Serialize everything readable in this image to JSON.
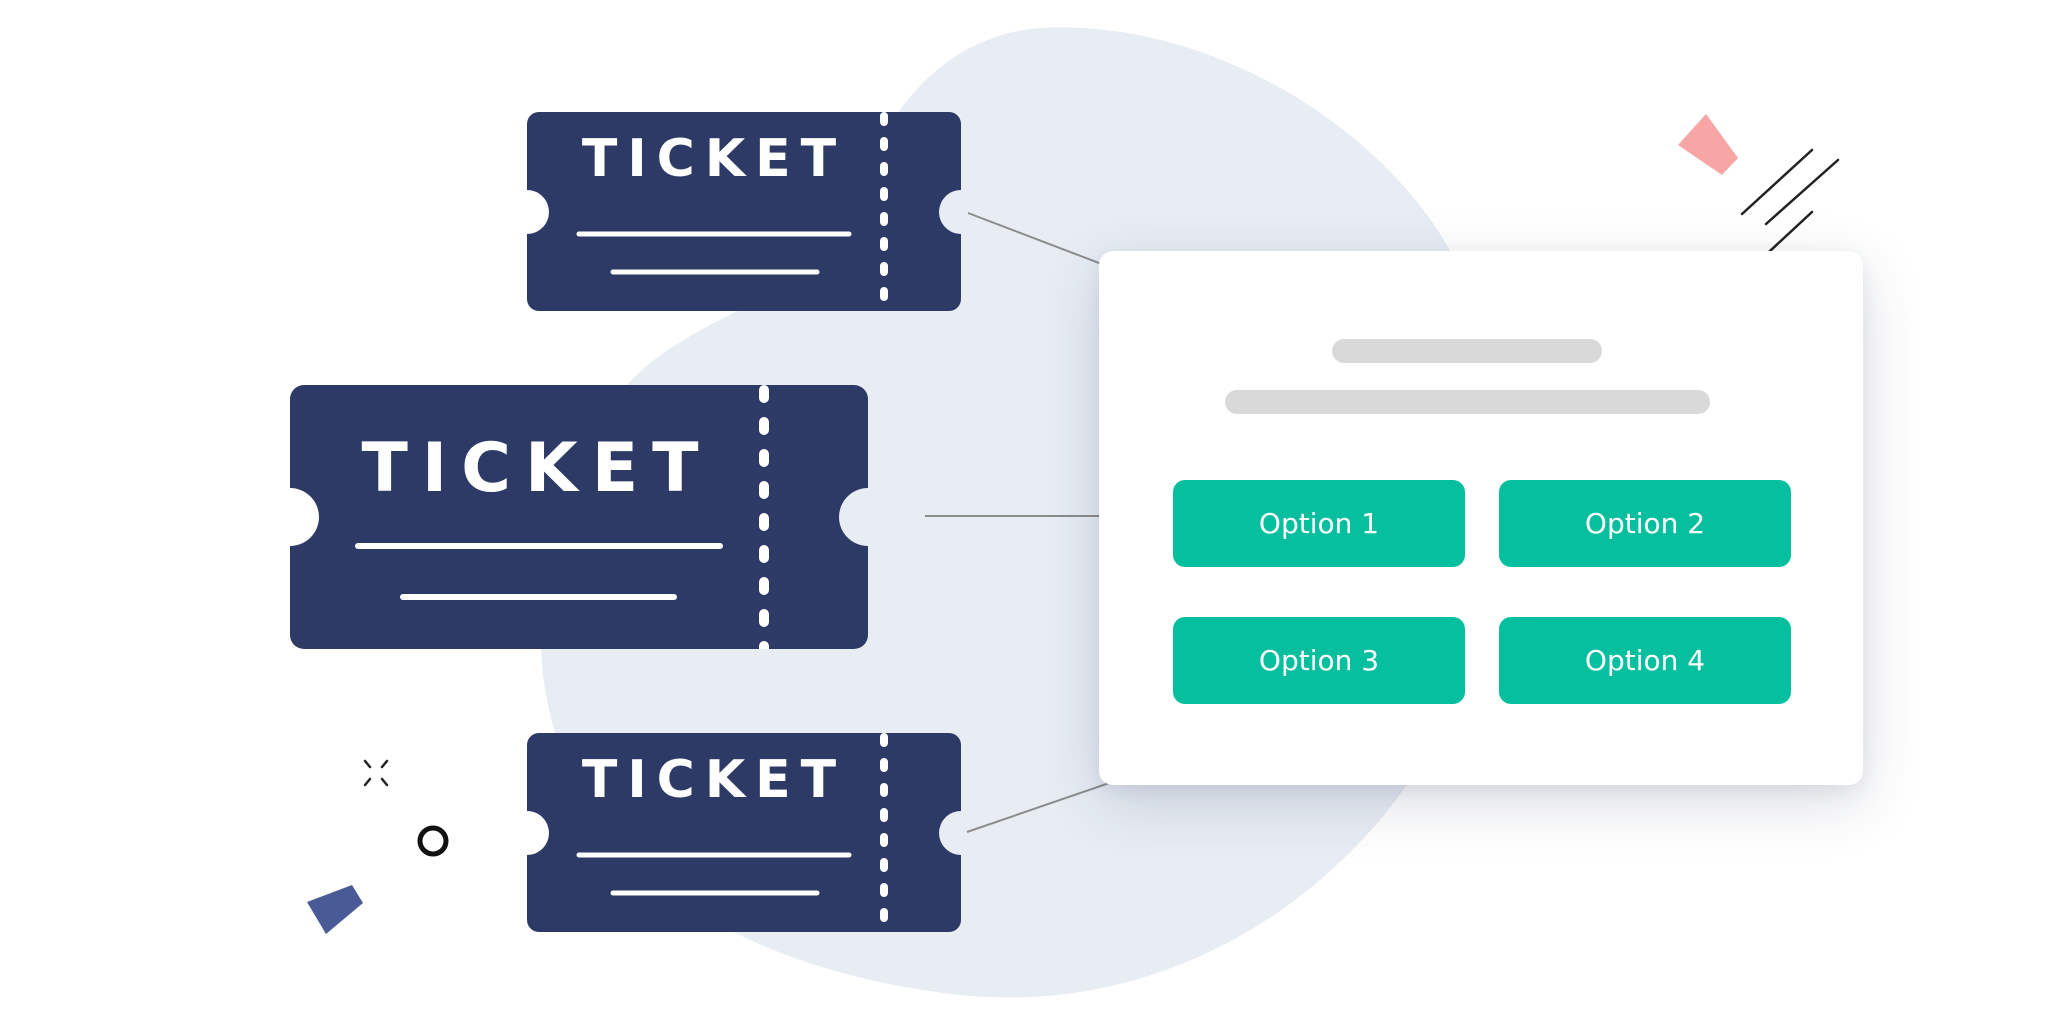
{
  "colors": {
    "ticket": "#2d3a66",
    "ticket_detail": "#ffffff",
    "blob": "#e8edf4",
    "button": "#05bf9e",
    "button_text": "#ffffff",
    "skeleton": "#d9d9d9",
    "arrow": "#8c8c8c",
    "accent_pink": "#f8a5a6",
    "accent_navy": "#4a5a96"
  },
  "tickets": [
    {
      "label": "TICKET"
    },
    {
      "label": "TICKET"
    },
    {
      "label": "TICKET"
    }
  ],
  "card": {
    "options": [
      {
        "label": "Option 1"
      },
      {
        "label": "Option 2"
      },
      {
        "label": "Option 3"
      },
      {
        "label": "Option 4"
      }
    ]
  },
  "decorations": {
    "icons": [
      "sparkle-icon",
      "ring-icon",
      "confetti-pink-icon",
      "confetti-navy-icon",
      "slash-lines-icon"
    ]
  }
}
